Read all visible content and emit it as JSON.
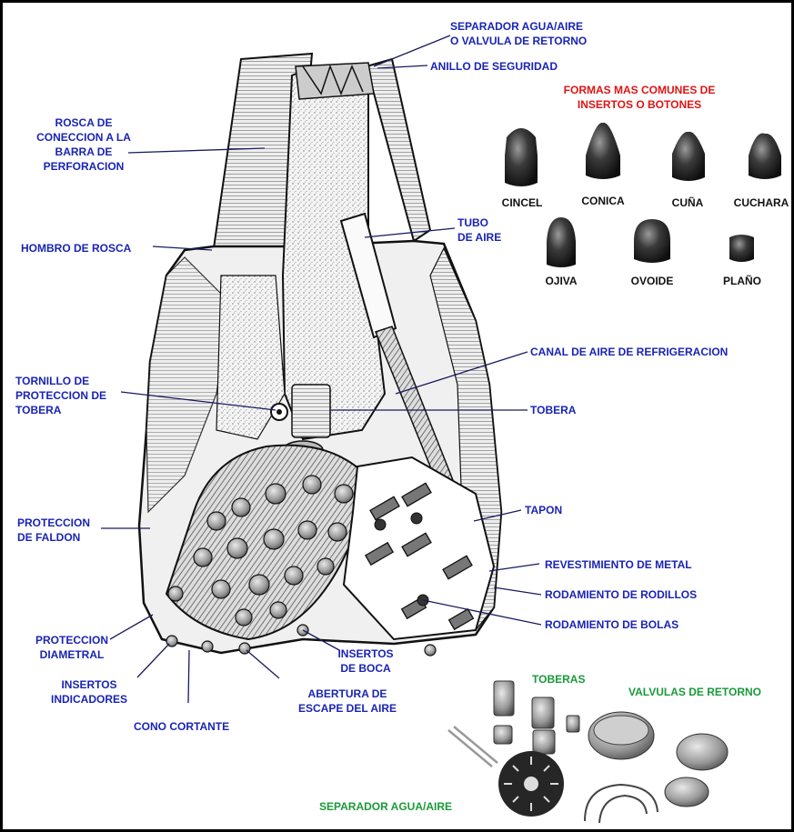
{
  "colors": {
    "label_blue": "#1a24b4",
    "title_red": "#e01414",
    "accessory_green": "#1a9a3a",
    "frame": "#000000"
  },
  "bit_labels": {
    "separador_line1": "SEPARADOR AGUA/AIRE",
    "separador_line2": "O VALVULA DE RETORNO",
    "anillo": "ANILLO DE SEGURIDAD",
    "rosca_l1": "ROSCA DE",
    "rosca_l2": "CONECCION A LA",
    "rosca_l3": "BARRA DE",
    "rosca_l4": "PERFORACION",
    "tubo_l1": "TUBO",
    "tubo_l2": "DE AIRE",
    "hombro": "HOMBRO DE ROSCA",
    "canal": "CANAL DE AIRE DE REFRIGERACION",
    "tornillo_l1": "TORNILLO DE",
    "tornillo_l2": "PROTECCION DE",
    "tornillo_l3": "TOBERA",
    "tobera": "TOBERA",
    "tapon": "TAPON",
    "faldon_l1": "PROTECCION",
    "faldon_l2": "DE FALDON",
    "revestimiento": "REVESTIMIENTO DE METAL",
    "rodillos": "RODAMIENTO DE RODILLOS",
    "bolas": "RODAMIENTO DE BOLAS",
    "diametral_l1": "PROTECCION",
    "diametral_l2": "DIAMETRAL",
    "boca_l1": "INSERTOS",
    "boca_l2": "DE BOCA",
    "indicadores_l1": "INSERTOS",
    "indicadores_l2": "INDICADORES",
    "escape_l1": "ABERTURA DE",
    "escape_l2": "ESCAPE DEL AIRE",
    "cono": "CONO CORTANTE"
  },
  "inserts": {
    "title_l1": "FORMAS MAS COMUNES DE",
    "title_l2": "INSERTOS O BOTONES",
    "shapes": [
      "CINCEL",
      "CONICA",
      "CUÑA",
      "CUCHARA",
      "OJIVA",
      "OVOIDE",
      "PLAÑO"
    ]
  },
  "accessories": {
    "toberas": "TOBERAS",
    "valvulas": "VALVULAS DE RETORNO",
    "separador": "SEPARADOR AGUA/AIRE"
  }
}
